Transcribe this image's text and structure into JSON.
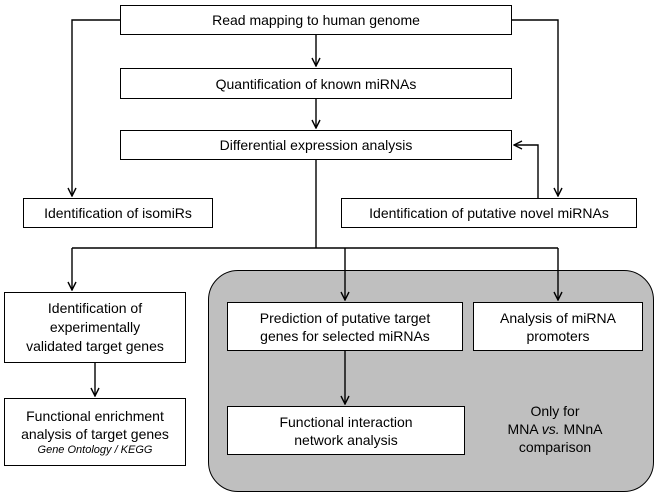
{
  "colors": {
    "stroke": "#000000",
    "region_fill": "#bfbfbf",
    "box_fill": "#ffffff"
  },
  "boxes": {
    "read_mapping": "Read mapping to human genome",
    "quantification": "Quantification of known miRNAs",
    "differential": "Differential expression analysis",
    "isomirs": "Identification of isomiRs",
    "novel_mirnas": "Identification of putative novel miRNAs",
    "validated_targets": {
      "line1": "Identification of",
      "line2": "experimentally",
      "line3": "validated target genes"
    },
    "enrichment": {
      "line1": "Functional enrichment",
      "line2": "analysis of target genes",
      "sub": "Gene Ontology / KEGG"
    },
    "prediction": {
      "line1": "Prediction of putative target",
      "line2": "genes for selected miRNAs"
    },
    "promoters": {
      "line1": "Analysis of miRNA",
      "line2": "promoters"
    },
    "network": {
      "line1": "Functional interaction",
      "line2": "network analysis"
    }
  },
  "note": {
    "line1": "Only for",
    "line2_pre": "MNA ",
    "line2_ital": "vs.",
    "line2_post": " MNnA",
    "line3": "comparison"
  }
}
